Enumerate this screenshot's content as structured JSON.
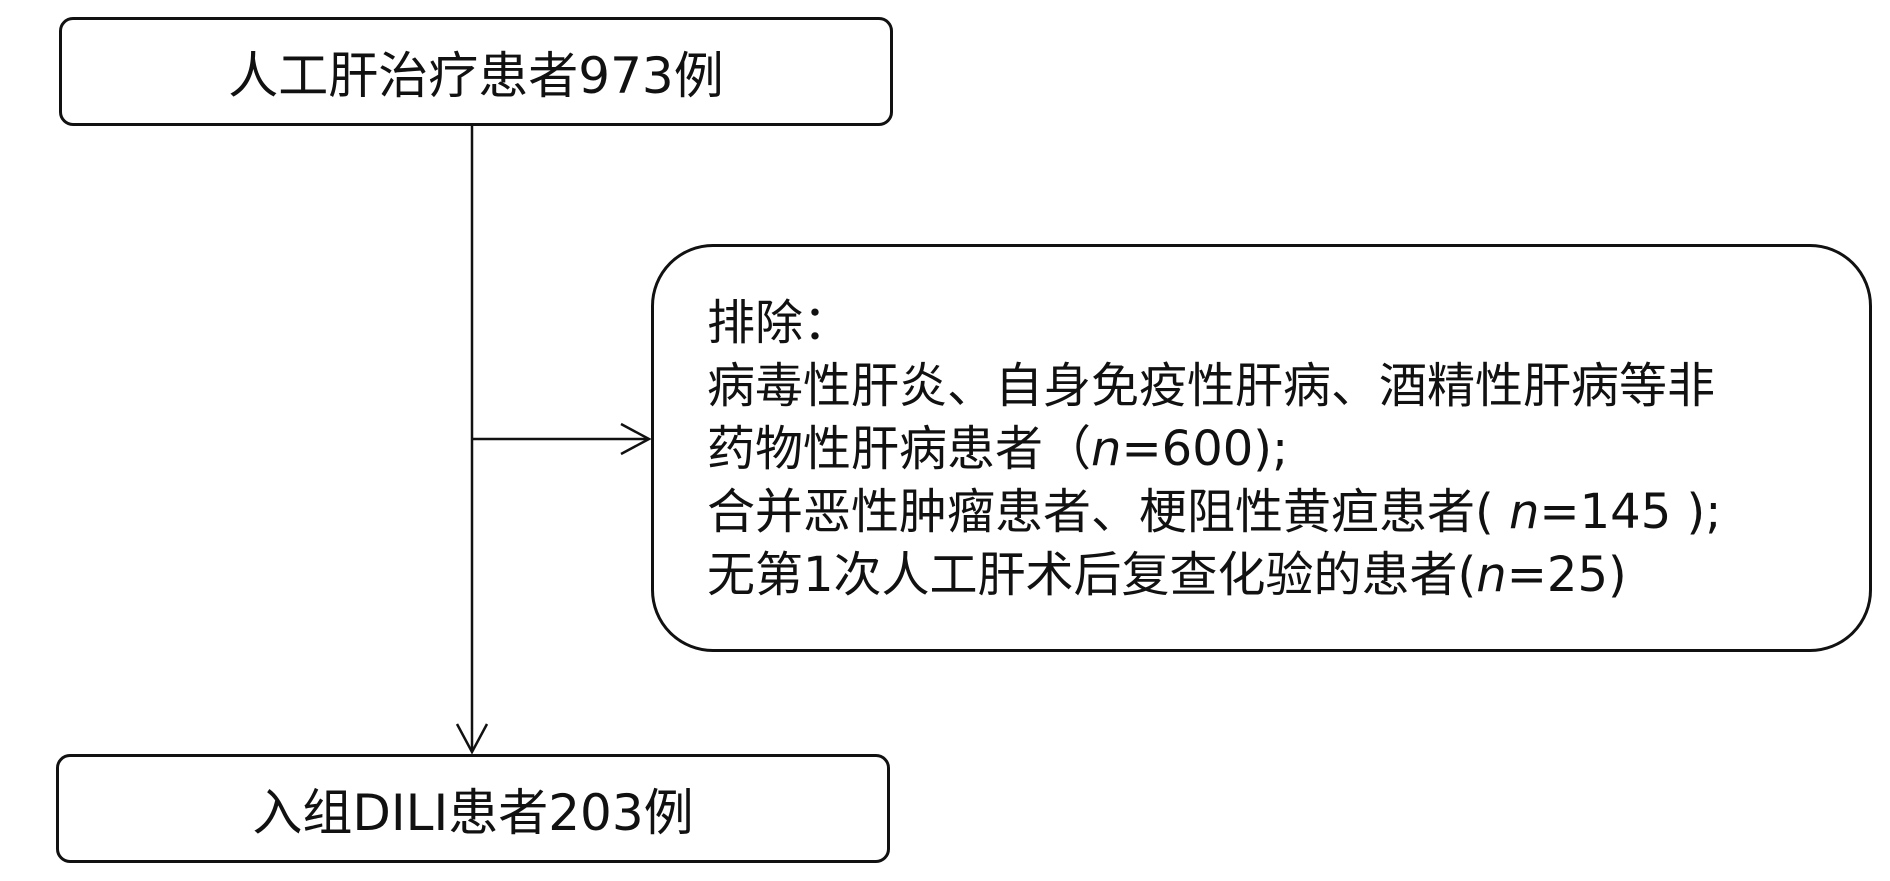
{
  "flowchart": {
    "start_box": {
      "label": "人工肝治疗患者973例"
    },
    "exclusion_box": {
      "heading": "排除：",
      "items": [
        {
          "before_n": "病毒性肝炎、自身免疫性肝病、酒精性肝病等非",
          "n_symbol": "",
          "after_n": ""
        },
        {
          "before_n": "药物性肝病患者（",
          "n_symbol": "n",
          "after_n": "=600);"
        },
        {
          "before_n": "合并恶性肿瘤患者、梗阻性黄疸患者( ",
          "n_symbol": "n",
          "after_n": "=145 );"
        },
        {
          "before_n": "无第1次人工肝术后复查化验的患者(",
          "n_symbol": "n",
          "after_n": "=25)"
        }
      ]
    },
    "end_box": {
      "label": "入组DILI患者203例"
    }
  }
}
